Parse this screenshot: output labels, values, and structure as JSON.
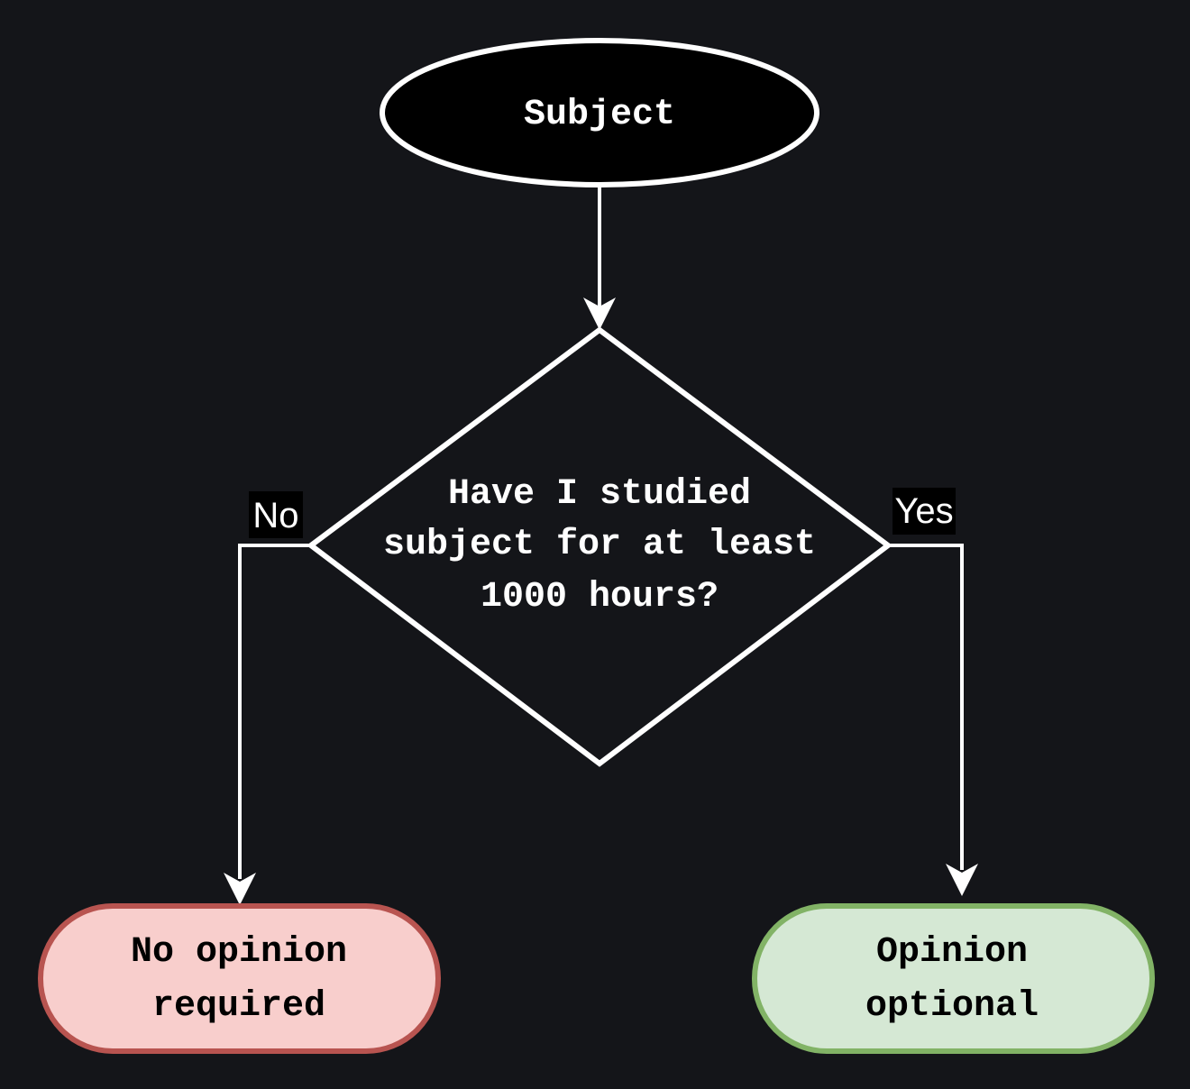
{
  "diagram": {
    "colors": {
      "background": "#141519",
      "stroke": "#ffffff",
      "text_light": "#ffffff",
      "text_dark": "#000000",
      "no_fill": "#f8cecc",
      "no_stroke": "#b85450",
      "yes_fill": "#d5e8d4",
      "yes_stroke": "#82b366",
      "label_bg": "#000000"
    },
    "start": {
      "label": "Subject"
    },
    "decision": {
      "lines": [
        "Have I studied",
        "subject for at least",
        "1000 hours?"
      ]
    },
    "edges": {
      "no_label": "No",
      "yes_label": "Yes"
    },
    "outcome_no": {
      "lines": [
        "No opinion",
        "required"
      ]
    },
    "outcome_yes": {
      "lines": [
        "Opinion",
        "optional"
      ]
    }
  }
}
